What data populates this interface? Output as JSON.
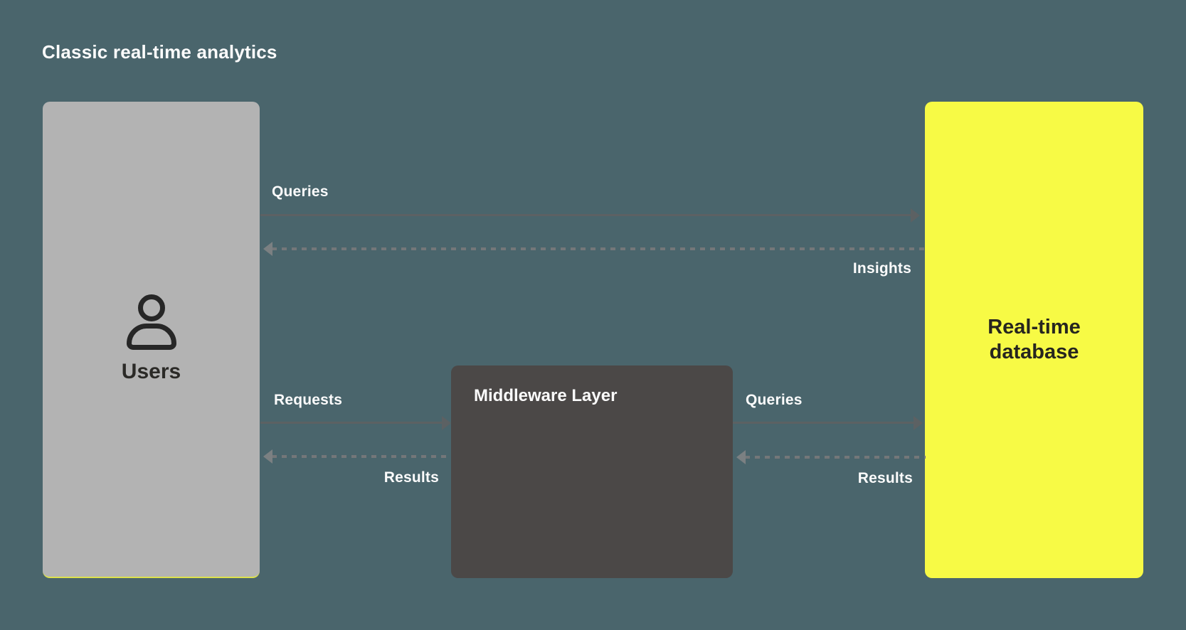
{
  "title": "Classic real-time analytics",
  "nodes": {
    "users": {
      "label": "Users",
      "icon": "user-icon"
    },
    "middleware": {
      "label": "Middleware Layer"
    },
    "database": {
      "label": "Real-time database"
    }
  },
  "edges": {
    "queries_top": {
      "label": "Queries",
      "style": "solid",
      "from": "users",
      "to": "database"
    },
    "insights": {
      "label": "Insights",
      "style": "dashed",
      "from": "database",
      "to": "users"
    },
    "requests": {
      "label": "Requests",
      "style": "solid",
      "from": "users",
      "to": "middleware"
    },
    "results_left": {
      "label": "Results",
      "style": "dashed",
      "from": "middleware",
      "to": "users"
    },
    "queries_right": {
      "label": "Queries",
      "style": "solid",
      "from": "middleware",
      "to": "database"
    },
    "results_right": {
      "label": "Results",
      "style": "dashed",
      "from": "database",
      "to": "middleware"
    }
  },
  "colors": {
    "background": "#4a656c",
    "users_box": "#b3b3b3",
    "users_box_bottom_line": "#dde24c",
    "middleware_box": "#4b4847",
    "database_box": "#f7fa45",
    "solid_arrow": "#5c6163",
    "dashed_arrow": "#747779",
    "label_text": "#fcfcfc",
    "dark_text": "#2b2a27"
  }
}
